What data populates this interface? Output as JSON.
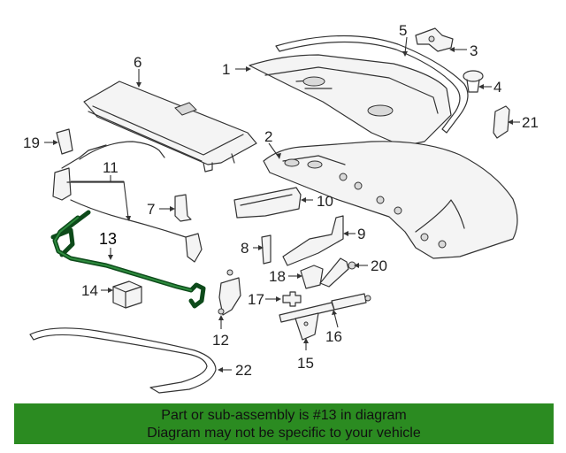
{
  "callouts": {
    "c1": "1",
    "c2": "2",
    "c3": "3",
    "c4": "4",
    "c5": "5",
    "c6": "6",
    "c7": "7",
    "c8": "8",
    "c9": "9",
    "c10": "10",
    "c11": "11",
    "c12": "12",
    "c13": "13",
    "c14": "14",
    "c15": "15",
    "c16": "16",
    "c17": "17",
    "c18": "18",
    "c19": "19",
    "c20": "20",
    "c21": "21",
    "c22": "22"
  },
  "highlighted_part": "13",
  "banner": {
    "line1": "Part or sub-assembly is #13 in diagram",
    "line2": "Diagram may not be specific to your vehicle",
    "background": "#2b8b21"
  },
  "colors": {
    "highlight_stroke": "#0d4a1a",
    "highlight_inner": "#2e8b3e",
    "line": "#333333"
  }
}
